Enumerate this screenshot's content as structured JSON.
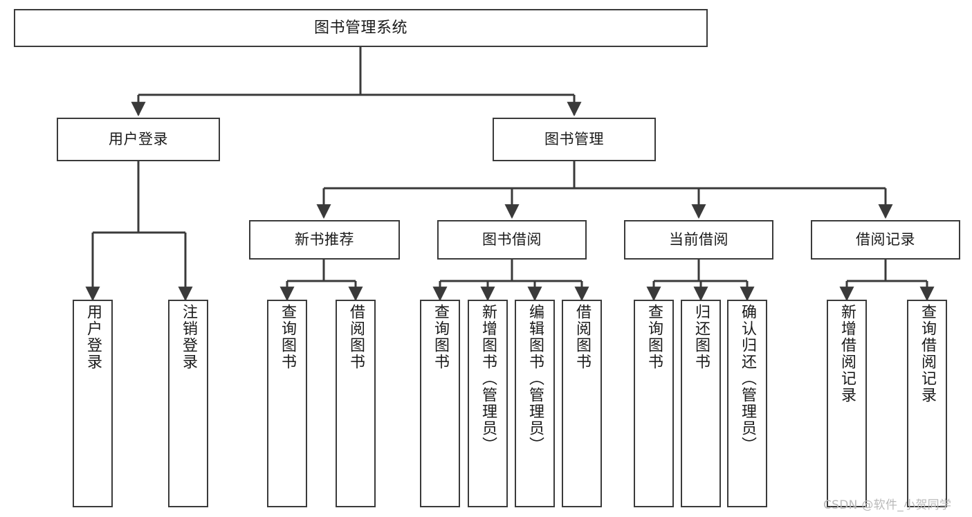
{
  "diagram": {
    "title": "图书管理系统",
    "type": "功能结构图",
    "colors": {
      "stroke": "#3a3a3a",
      "fill": "#ffffff",
      "text": "#1a1a1a",
      "watermark": "#b9b9b9"
    },
    "root": {
      "label": "图书管理系统"
    },
    "level2": [
      {
        "label": "用户登录"
      },
      {
        "label": "图书管理"
      }
    ],
    "level3": [
      {
        "label": "新书推荐"
      },
      {
        "label": "图书借阅"
      },
      {
        "label": "当前借阅"
      },
      {
        "label": "借阅记录"
      }
    ],
    "leaves": {
      "user_login": [
        {
          "label": "用户登录"
        },
        {
          "label": "注销登录"
        }
      ],
      "new_book_recommend": [
        {
          "label": "查询图书"
        },
        {
          "label": "借阅图书"
        }
      ],
      "book_borrow": [
        {
          "label": "查询图书"
        },
        {
          "label": "新增图书（管理员）"
        },
        {
          "label": "编辑图书（管理员）"
        },
        {
          "label": "借阅图书"
        }
      ],
      "current_borrow": [
        {
          "label": "查询图书"
        },
        {
          "label": "归还图书"
        },
        {
          "label": "确认归还（管理员）"
        }
      ],
      "borrow_records": [
        {
          "label": "新增借阅记录"
        },
        {
          "label": "查询借阅记录"
        }
      ]
    }
  },
  "watermark": {
    "text": "CSDN @软件_小贺同学"
  }
}
